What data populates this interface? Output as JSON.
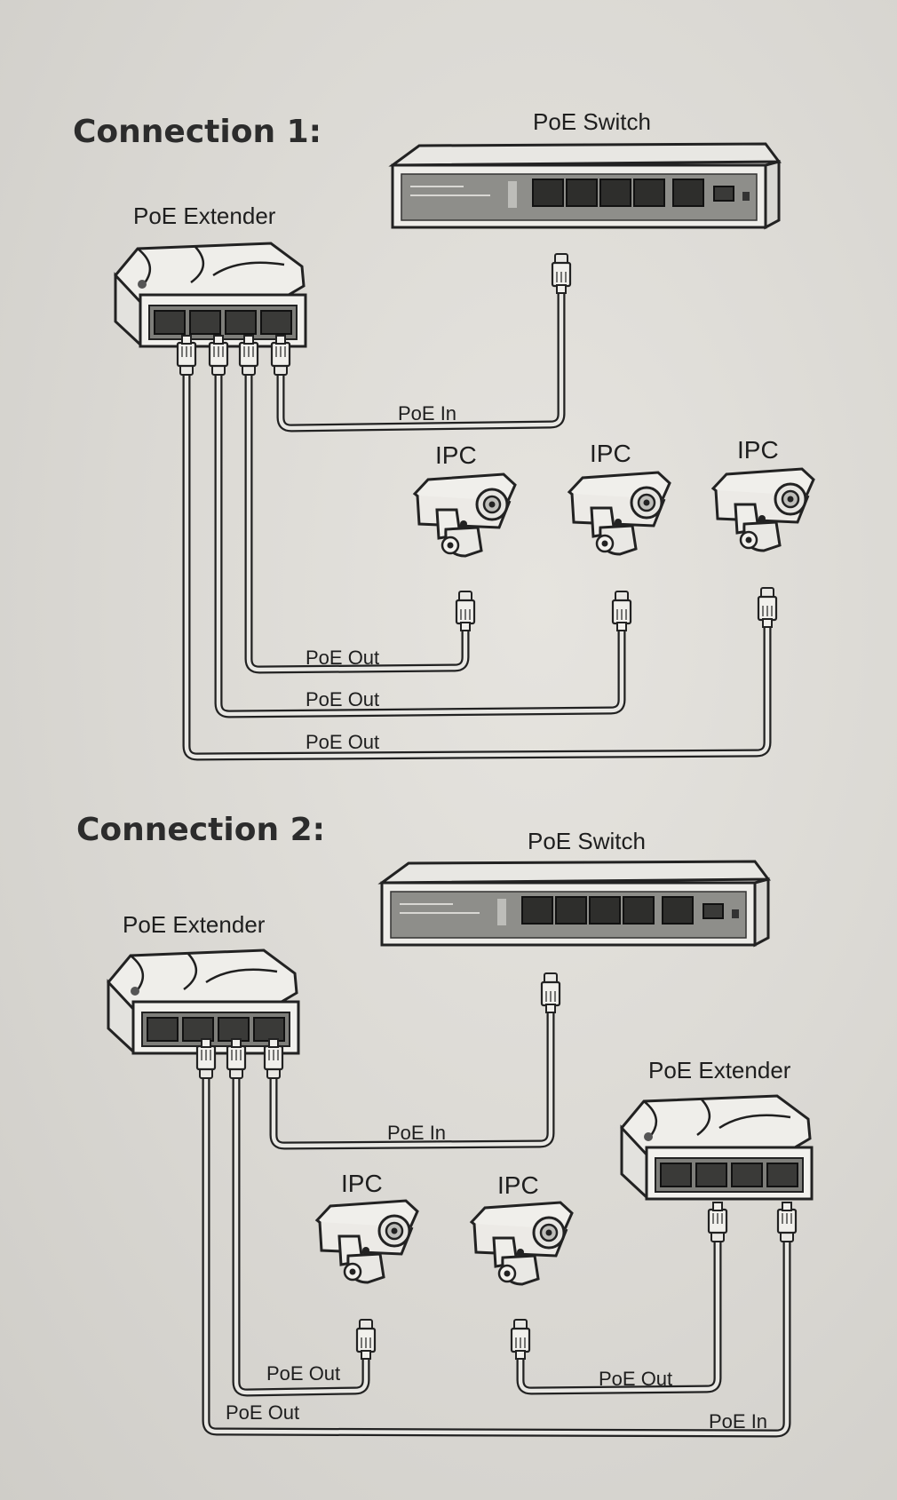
{
  "colors": {
    "background": "#dcdad5",
    "ink": "#222222",
    "device_face": "#eeeeea",
    "port_panel": "#8c8c88"
  },
  "icons": {
    "extender": "poe-extender-icon",
    "switch": "poe-switch-icon",
    "camera": "ip-camera-icon",
    "plug": "rj45-plug-icon"
  },
  "section1": {
    "title": "Connection 1:",
    "switch_label": "PoE Switch",
    "extender_label": "PoE Extender",
    "poe_in_label": "PoE In",
    "camera_labels": [
      "IPC",
      "IPC",
      "IPC"
    ],
    "poe_out_labels": [
      "PoE Out",
      "PoE Out",
      "PoE Out"
    ]
  },
  "section2": {
    "title": "Connection 2:",
    "switch_label": "PoE Switch",
    "extender_left_label": "PoE Extender",
    "extender_right_label": "PoE Extender",
    "poe_in_label": "PoE In",
    "poe_in_right_label": "PoE In",
    "camera_labels": [
      "IPC",
      "IPC"
    ],
    "poe_out_labels": [
      "PoE Out",
      "PoE Out",
      "PoE Out"
    ]
  }
}
